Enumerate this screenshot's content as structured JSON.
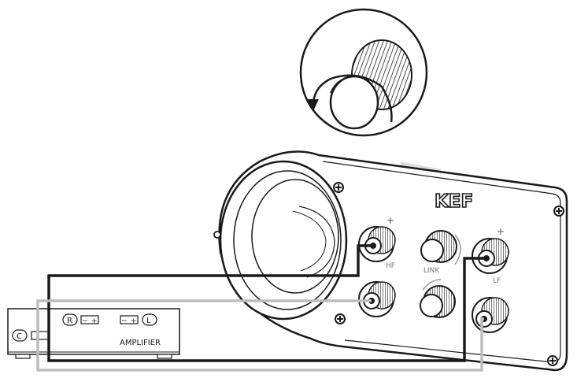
{
  "brand": "KEF",
  "terminals": {
    "hf_label": "HF",
    "lf_label": "LF",
    "link_label": "LINK",
    "plus_symbol": "+"
  },
  "amplifier": {
    "label": "AMPLIFIER",
    "channel_right": "R",
    "channel_left": "L",
    "channel_center": "C"
  },
  "icons": [
    "rotate-counterclockwise-arrow-icon",
    "screw-icon",
    "binding-post-icon",
    "link-knob-icon"
  ],
  "colors": {
    "line": "#1a1a1a",
    "wire_positive": "#1a1a1a",
    "wire_negative": "#bdbdbd",
    "panel_fill": "#ffffff",
    "callout_fill": "#dcdcdc"
  }
}
